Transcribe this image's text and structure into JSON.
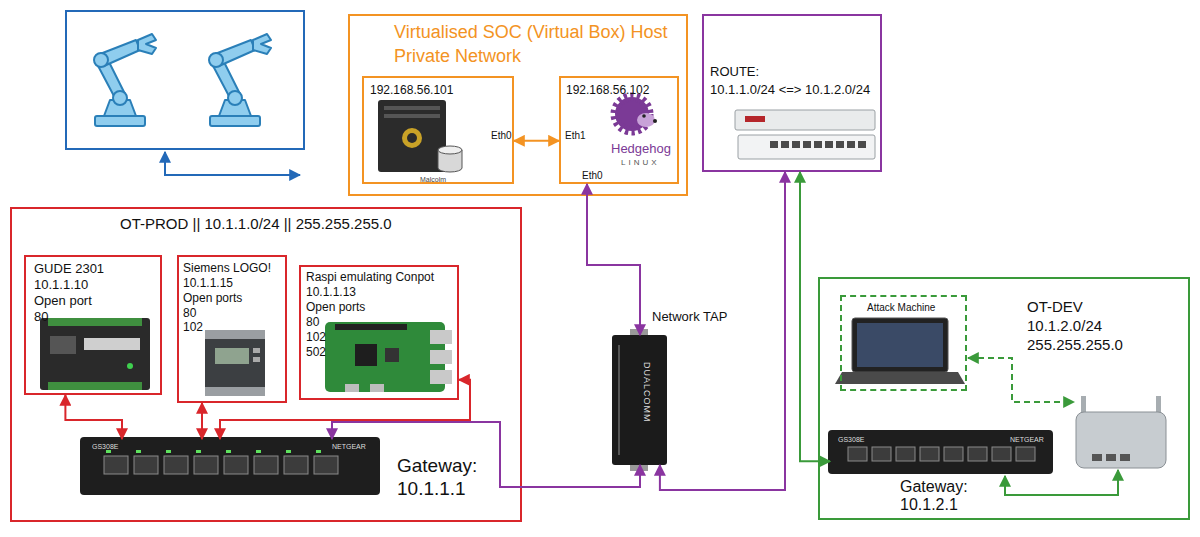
{
  "diagram": {
    "nodes": [
      {
        "text": [
          "Virtualised SOC (Virtual Box) Host Private Network"
        ]
      },
      {
        "text": [
          "192.168.56.101",
          "Malcolm",
          "Eth0"
        ],
        "in": 0
      },
      {
        "text": [
          "192.168.56.102",
          "Eth1",
          "Hedgehog",
          "LINUX",
          "Eth0"
        ],
        "in": 0
      },
      {
        "text": [
          "ROUTE:",
          "10.1.1.0/24 <=> 10.1.2.0/24"
        ]
      },
      {
        "text": [
          "OT-PROD || 10.1.1.0/24 || 255.255.255.0",
          "Gateway: 10.1.1.1"
        ]
      },
      {
        "text": [
          "GUDE 2301",
          "10.1.1.10",
          "Open port",
          "80"
        ],
        "in": 4
      },
      {
        "text": [
          "Siemens LOGO!",
          "10.1.1.15",
          "Open ports",
          "80",
          "102"
        ],
        "in": 4
      },
      {
        "text": [
          "Raspi emulating Conpot",
          "10.1.1.13",
          "Open ports",
          "80",
          "102",
          "502"
        ],
        "in": 4
      },
      {
        "text": [
          "GS308E",
          "NETGEAR"
        ],
        "in": 4
      },
      {
        "text": [
          "Network TAP",
          "DUALCOMM"
        ]
      },
      {
        "text": [
          "OT-DEV",
          "10.1.2.0/24",
          "255.255.255.0",
          "Gateway: 10.1.2.1"
        ]
      },
      {
        "text": [
          "Attack Machine"
        ],
        "in": 10
      },
      {
        "text": [
          "GS308E",
          "NETGEAR"
        ],
        "in": 10
      }
    ],
    "edges": [
      {
        "from": 1,
        "to": 2,
        "arrow": "both"
      },
      {
        "from": 5,
        "to": 8,
        "arrow": "both"
      },
      {
        "from": 6,
        "to": 8,
        "arrow": "both"
      },
      {
        "from": 7,
        "to": 8,
        "arrow": "both"
      },
      {
        "from": 8,
        "to": 9,
        "arrow": "both"
      },
      {
        "from": 2,
        "to": 9,
        "arrow": "both"
      },
      {
        "from": 9,
        "to": 3,
        "arrow": "both"
      },
      {
        "from": 3,
        "to": 12,
        "arrow": "both"
      }
    ]
  }
}
